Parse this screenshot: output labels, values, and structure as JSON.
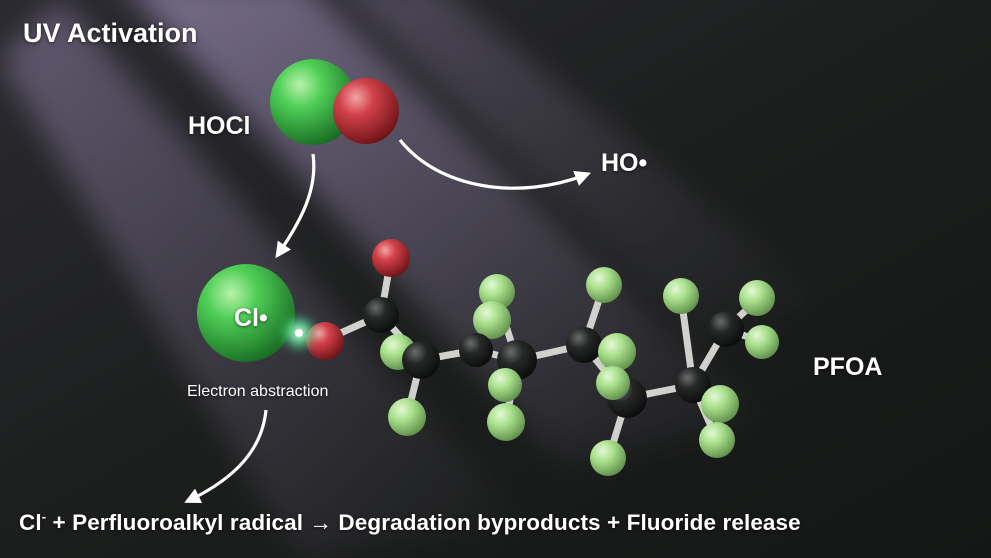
{
  "title": "UV Activation",
  "labels": {
    "hocl": "HOCl",
    "hydroxyl_radical": "HO•",
    "chlorine_radical": "Cl•",
    "pfoa": "PFOA",
    "electron_abstraction": "Electron abstraction"
  },
  "equation": {
    "reactant_symbol": "Cl",
    "reactant_charge": "-",
    "rest": " + Perfluoroalkyl radical → Degradation byproducts + Fluoride release"
  },
  "colors": {
    "background": "#1b1d1c",
    "chlorine": "#3fbf4a",
    "oxygen": "#c8323a",
    "carbon": "#1e2020",
    "fluorine": "#a9e08c",
    "bond": "#d0d0cc",
    "uv_glow": "#b9a6d8",
    "arrow": "#ffffff"
  }
}
